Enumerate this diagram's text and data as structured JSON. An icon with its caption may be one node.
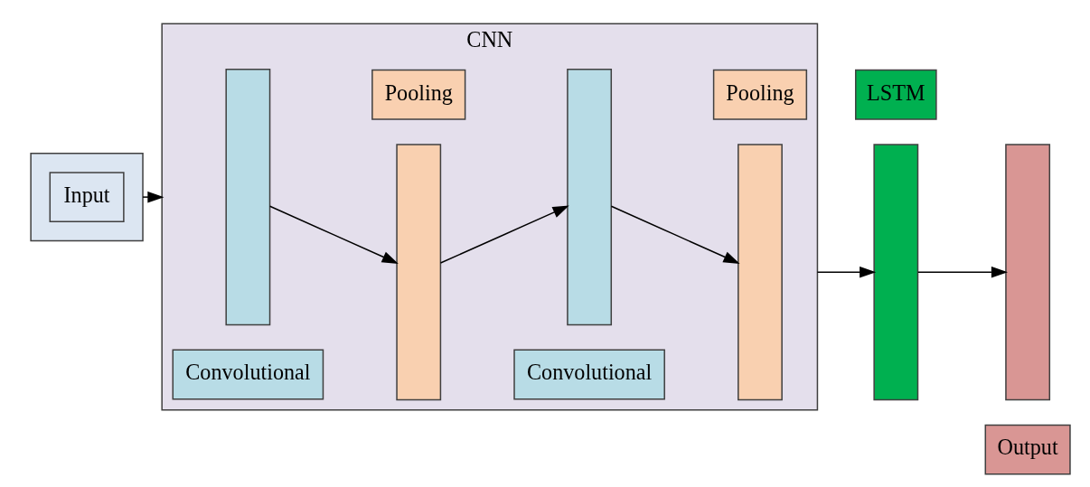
{
  "diagram": {
    "nodes": [
      {
        "text": [],
        "shape": "box"
      },
      {
        "text": [
          "Input"
        ],
        "in": 0
      },
      {
        "text": [
          "CNN"
        ]
      },
      {
        "text": [
          "Pooling"
        ],
        "in": 2
      },
      {
        "text": [
          "Pooling"
        ],
        "in": 2
      },
      {
        "text": [],
        "shape": "bar",
        "in": 2
      },
      {
        "text": [],
        "shape": "bar",
        "in": 2
      },
      {
        "text": [],
        "shape": "bar",
        "in": 2
      },
      {
        "text": [],
        "shape": "bar",
        "in": 2
      },
      {
        "text": [
          "Convolutional"
        ],
        "in": 2
      },
      {
        "text": [
          "Convolutional"
        ],
        "in": 2
      },
      {
        "text": [
          "Output"
        ]
      },
      {
        "text": [],
        "shape": "bar"
      },
      {
        "text": [],
        "shape": "bar"
      },
      {
        "text": [
          "LSTM"
        ]
      }
    ],
    "edges": [
      {
        "from": 0,
        "to": 2,
        "arrow": "to"
      },
      {
        "from": 5,
        "to": 6,
        "arrow": "to"
      },
      {
        "from": 6,
        "to": 7,
        "arrow": "to"
      },
      {
        "from": 7,
        "to": 8,
        "arrow": "to"
      },
      {
        "from": 2,
        "to": 12,
        "arrow": "to"
      },
      {
        "from": 12,
        "to": 13,
        "arrow": "to"
      }
    ]
  }
}
